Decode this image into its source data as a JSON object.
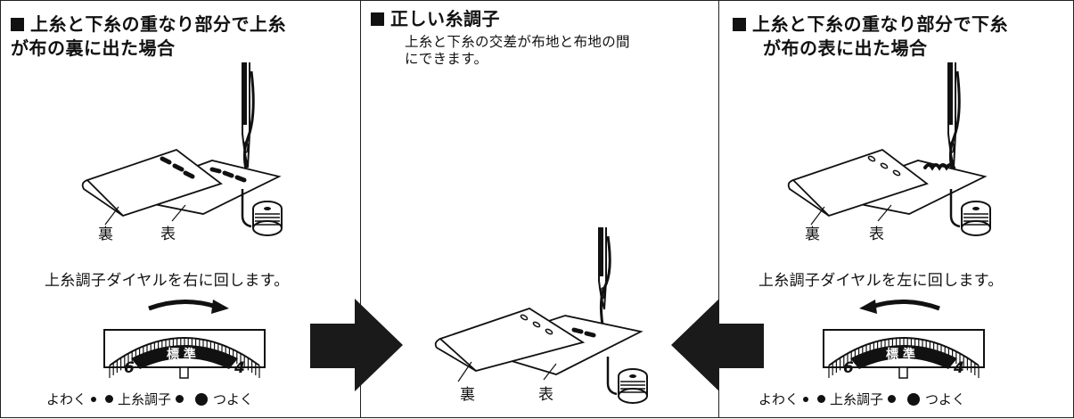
{
  "left": {
    "title_line1": "上糸と下糸の重なり部分で上糸",
    "title_line2": "が布の裏に出た場合",
    "label_ura": "裏",
    "label_omote": "表",
    "instruction": "上糸調子ダイヤルを右に回します。",
    "dial": {
      "center_label": "標 準",
      "left_num": "6",
      "right_num": "4"
    },
    "scale": {
      "weak": "よわく",
      "name": "上糸調子",
      "strong": "つよく"
    }
  },
  "center": {
    "title": "正しい糸調子",
    "desc_line1": "上糸と下糸の交差が布地と布地の間",
    "desc_line2": "にできます。",
    "label_ura": "裏",
    "label_omote": "表"
  },
  "right": {
    "title_line1": "上糸と下糸の重なり部分で下糸",
    "title_line2": "が布の表に出た場合",
    "label_ura": "裏",
    "label_omote": "表",
    "instruction": "上糸調子ダイヤルを左に回します。",
    "dial": {
      "center_label": "標 準",
      "left_num": "6",
      "right_num": "4"
    },
    "scale": {
      "weak": "よわく",
      "name": "上糸調子",
      "strong": "つよく"
    }
  },
  "colors": {
    "ink": "#111111",
    "arrow": "#1a1a1a"
  },
  "icons": [
    "needle-icon",
    "fabric-icon",
    "bobbin-icon",
    "dial-icon",
    "rotate-arrow-icon",
    "big-arrow-icon"
  ]
}
